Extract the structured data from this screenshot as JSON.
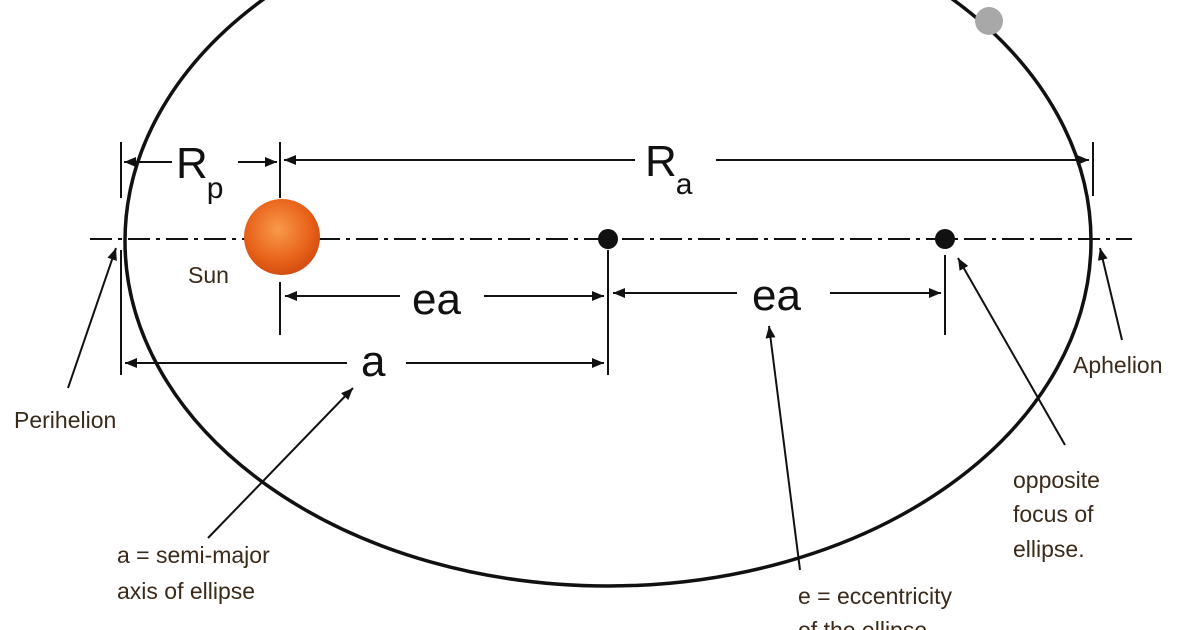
{
  "labels": {
    "r_p": "R",
    "r_p_sub": "p",
    "r_a": "R",
    "r_a_sub": "a",
    "ea_left": "ea",
    "ea_right": "ea",
    "a": "a",
    "sun": "Sun",
    "perihelion": "Perihelion",
    "aphelion": "Aphelion",
    "semi_major_line1": "a = semi-major",
    "semi_major_line2": "axis of ellipse",
    "eccentricity_line1": "e = eccentricity",
    "eccentricity_line2": "of the ellipse",
    "focus_line1": "opposite",
    "focus_line2": "focus of",
    "focus_line3": "ellipse."
  },
  "colors": {
    "sun": "#e8621a",
    "sun_highlight": "#f58a3c",
    "planet": "#a8a8a8",
    "ink": "#111111",
    "caption": "#3a2a1a"
  }
}
